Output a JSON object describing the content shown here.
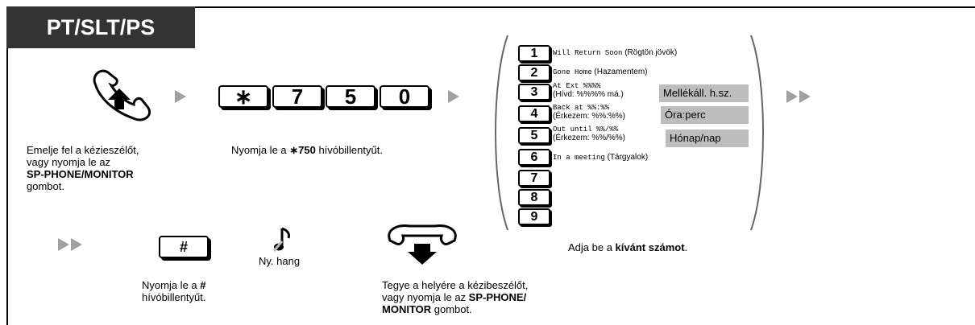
{
  "title": "PT/SLT/PS",
  "step1": {
    "line1": "Emelje fel a kézieszélőt,",
    "line2": "vagy nyomja le az",
    "line3_bold": "SP-PHONE/MONITOR",
    "line4": "gombot."
  },
  "step2": {
    "keys": [
      "∗",
      "7",
      "5",
      "0"
    ],
    "caption_pre": "Nyomja le a ",
    "caption_bold": "∗750",
    "caption_post": " hívóbillentyűt."
  },
  "messages": [
    {
      "key": "1",
      "code": "Will Return Soon",
      "label": " (Rögtön jövök)"
    },
    {
      "key": "2",
      "code": "Gone Home",
      "label": " (Hazamentem)"
    },
    {
      "key": "3",
      "code": "At Ext %%%%",
      "label": "(Hívd: %%%% má.)"
    },
    {
      "key": "4",
      "code": "Back at %%:%%",
      "label": "(Érkezem: %%:%%)"
    },
    {
      "key": "5",
      "code": "Out until %%/%%",
      "label": "(Érkezem: %%/%%)"
    },
    {
      "key": "6",
      "code": "In a meeting",
      "label": " (Tárgyalok)"
    },
    {
      "key": "7",
      "code": "",
      "label": ""
    },
    {
      "key": "8",
      "code": "",
      "label": ""
    },
    {
      "key": "9",
      "code": "",
      "label": ""
    }
  ],
  "notes": {
    "ext": "Mellékáll. h.sz.",
    "time": "Óra:perc",
    "date": "Hónap/nap"
  },
  "step3": {
    "caption_pre": "Adja be a ",
    "caption_bold": "kívánt számot",
    "caption_post": "."
  },
  "step4": {
    "key": "#",
    "caption_pre": "Nyomja le a ",
    "caption_bold": "#",
    "caption_line2": "hívóbillentyűt."
  },
  "tone": {
    "label": "Ny. hang"
  },
  "step5": {
    "line1": "Tegye a helyére a kézibeszélőt,",
    "line2_pre": "vagy nyomja le az ",
    "line2_bold": "SP-PHONE/",
    "line3_bold": "MONITOR",
    "line3_post": " gombot."
  }
}
